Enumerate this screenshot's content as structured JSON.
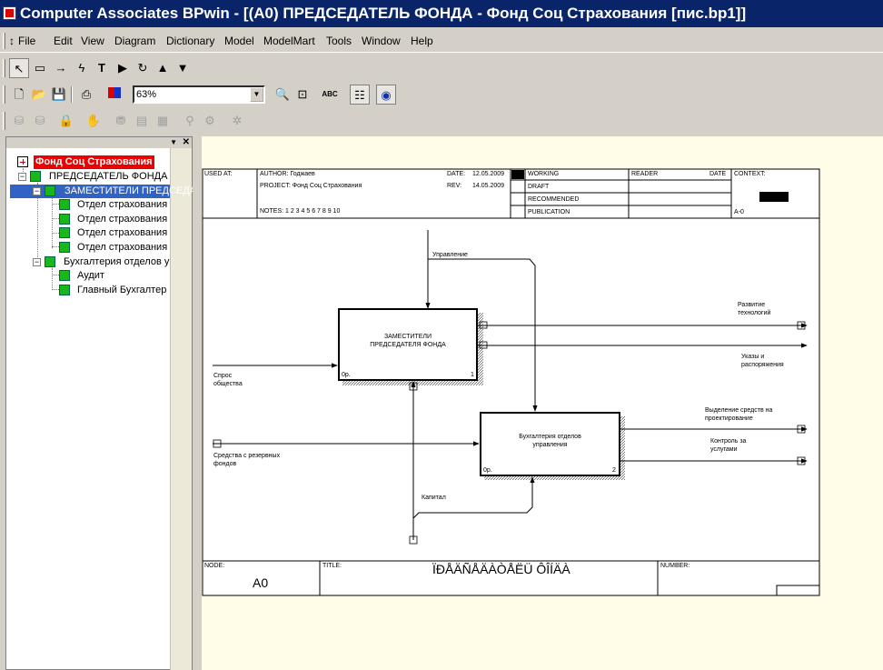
{
  "window": {
    "title": "Computer Associates BPwin - [(A0) ПРЕДСЕДАТЕЛЬ ФОНДА - Фонд Соц Страхования  [пис.bp1]]"
  },
  "menu": [
    "File",
    "Edit",
    "View",
    "Diagram",
    "Dictionary",
    "Model",
    "ModelMart",
    "Tools",
    "Window",
    "Help"
  ],
  "toolbar": {
    "zoom": "63%"
  },
  "tree": {
    "root": "Фонд Соц Страхования",
    "nodes": [
      {
        "label": "ПРЕДСЕДАТЕЛЬ ФОНДА"
      },
      {
        "label": "ЗАМЕСТИТЕЛИ ПРЕДСЕДАТЕЛЯ"
      },
      {
        "label": "Отдел страхования"
      },
      {
        "label": "Отдел страхования"
      },
      {
        "label": "Отдел страхования"
      },
      {
        "label": "Отдел страхования"
      },
      {
        "label": "Бухгалтерия отделов  у"
      },
      {
        "label": "Аудит"
      },
      {
        "label": "Главный Бухгалтер"
      }
    ]
  },
  "header": {
    "used_at": "USED AT:",
    "author": "AUTHOR: Годжаев",
    "project": "PROJECT: Фонд Соц Страхования",
    "notes": "NOTES: 1 2 3 4 5 6 7 8 9 10",
    "date_label": "DATE:",
    "date": "12.05.2009",
    "rev_label": "REV:",
    "rev": "14.05.2009",
    "working": "WORKING",
    "draft": "DRAFT",
    "recommended": "RECOMMENDED",
    "publication": "PUBLICATION",
    "reader": "READER",
    "date2": "DATE",
    "context": "CONTEXT:",
    "context_node": "A-0"
  },
  "boxes": [
    {
      "line1": "ЗАМЕСТИТЕЛИ",
      "line2": "ПРЕДСЕДАТЕЛЯ ФОНДА",
      "cost": "0р.",
      "num": "1"
    },
    {
      "line1": "Бухгалтерия отделов",
      "line2": "управления",
      "cost": "0р.",
      "num": "2"
    }
  ],
  "arrows": {
    "control": "Управление",
    "out1a": "Развитие",
    "out1b": "технологий",
    "out2a": "Указы и",
    "out2b": "распоряжения",
    "in1a": "Спрос",
    "in1b": "общества",
    "out3a": "Выделение средств на",
    "out3b": "проектирование",
    "out4a": "Контроль за",
    "out4b": "услугами",
    "in2a": "Средства с резервных",
    "in2b": "фондов",
    "mech": "Капитал"
  },
  "footer": {
    "node_label": "NODE:",
    "node": "A0",
    "title_label": "TITLE:",
    "title": "ÏÐÅÄÑÅÄÀÒÅËÜ ÔÎÍÄÀ",
    "number_label": "NUMBER:"
  }
}
